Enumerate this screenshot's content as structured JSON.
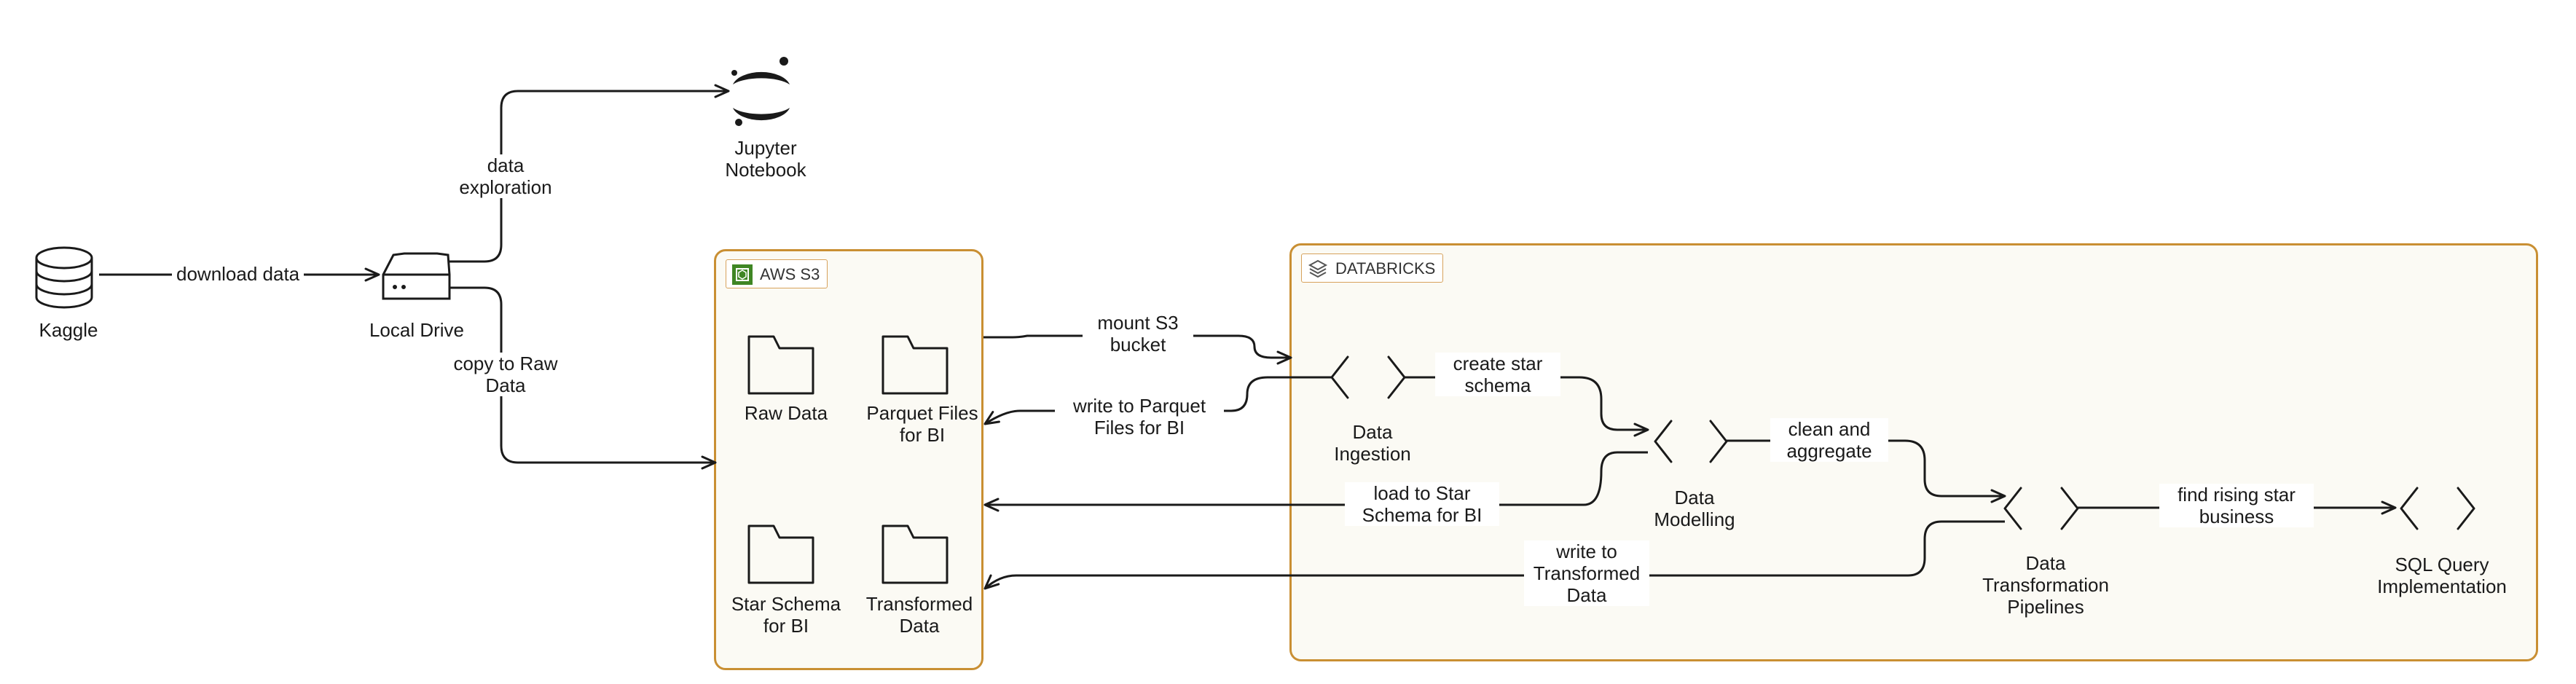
{
  "nodes": {
    "kaggle": "Kaggle",
    "local_drive": "Local Drive",
    "jupyter": "Jupyter\nNotebook",
    "raw_data": "Raw Data",
    "parquet_files": "Parquet Files\nfor BI",
    "star_schema": "Star Schema\nfor BI",
    "transformed_data": "Transformed\nData",
    "data_ingestion": "Data\nIngestion",
    "data_modelling": "Data\nModelling",
    "data_transformation": "Data\nTransformation\nPipelines",
    "sql_query": "SQL Query\nImplementation"
  },
  "containers": {
    "aws_s3": "AWS S3",
    "databricks": "DATABRICKS"
  },
  "edges": {
    "download_data": "download data",
    "data_exploration": "data\nexploration",
    "copy_to_raw": "copy to Raw\nData",
    "mount_s3": "mount S3\nbucket",
    "write_parquet": "write to Parquet\nFiles for BI",
    "load_star": "load to Star\nSchema for BI",
    "write_transformed": "write to\nTransformed\nData",
    "create_star": "create star\nschema",
    "clean_aggregate": "clean and\naggregate",
    "find_rising": "find rising star\nbusiness"
  },
  "colors": {
    "container_border": "#c98f33",
    "container_fill": "#fbfaf4",
    "aws_green": "#3f8624",
    "databricks_grey": "#555555",
    "stroke": "#1a1a1a"
  }
}
